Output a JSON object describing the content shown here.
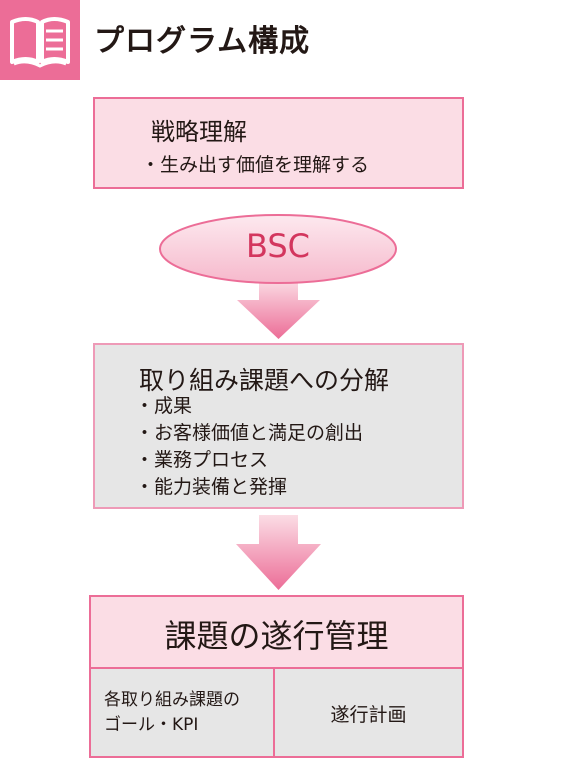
{
  "header": {
    "icon": "book-icon",
    "title": "プログラム構成"
  },
  "steps": {
    "strategy": {
      "title": "戦略理解",
      "bullet": "・生み出す価値を理解する"
    },
    "bsc_label": "BSC",
    "decomposition": {
      "title": "取り組み課題への分解",
      "bullets": [
        "・成果",
        "・お客様価値と満足の創出",
        "・業務プロセス",
        "・能力装備と発揮"
      ]
    },
    "management": {
      "title": "課題の遂行管理",
      "left_cell": "各取り組み課題の\nゴール・KPI",
      "right_cell": "遂行計画"
    }
  },
  "colors": {
    "accent": "#ec6d97",
    "pink_fill": "#fbdde5",
    "gray_fill": "#e6e6e6",
    "bsc_text": "#d3365e"
  }
}
